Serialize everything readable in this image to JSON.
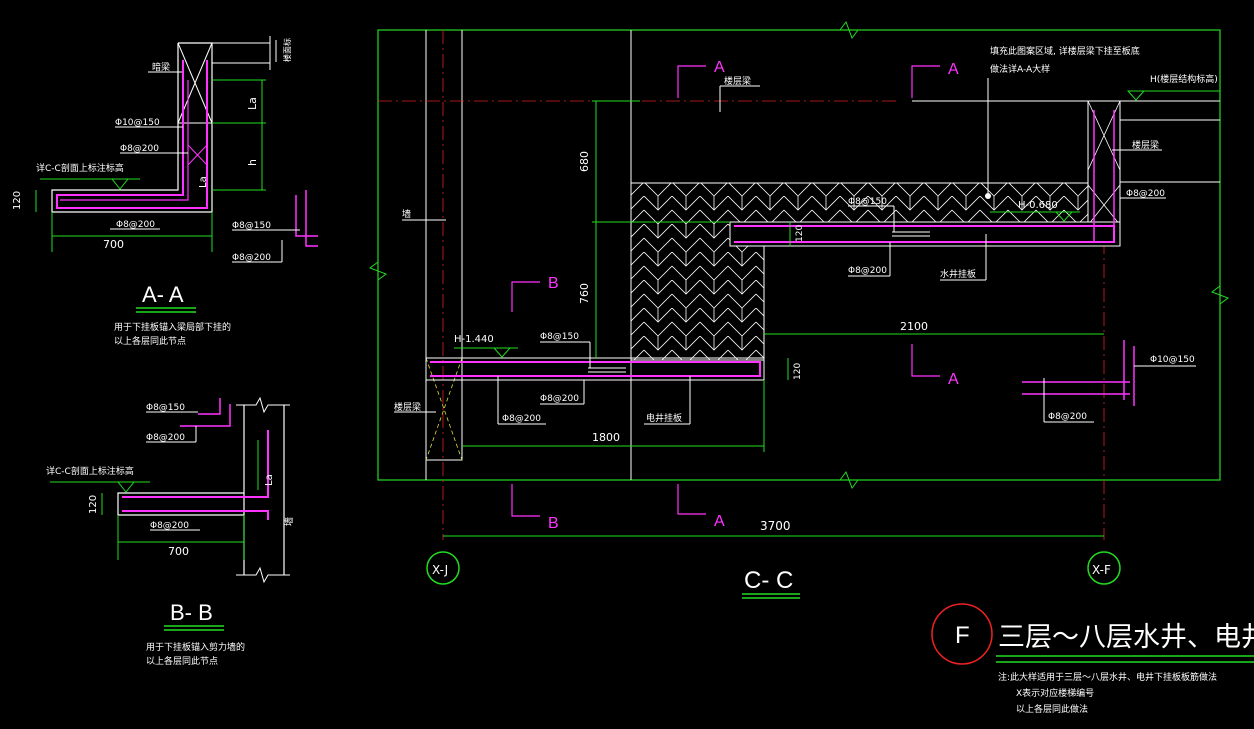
{
  "view_aa": {
    "title": "A- A",
    "note1": "用于下挂板锚入梁局部下挂的",
    "note2": "以上各层同此节点",
    "label_beam": "暗梁",
    "label_ref": "详C-C剖面上标注标高",
    "bar_top_label": "Φ10@150",
    "bar_stir_label": "Φ8@200",
    "bar_bottom_label": "Φ8@200",
    "bar_hook1_label": "Φ8@150",
    "bar_hook2_label": "Φ8@200",
    "dim_la_top": "La",
    "dim_la_mid": "La",
    "dim_h": "h",
    "dim_thick": "120",
    "dim_width": "700",
    "tag": "楼面标"
  },
  "view_bb": {
    "title": "B- B",
    "note1": "用于下挂板锚入剪力墙的",
    "note2": "以上各层同此节点",
    "label_ref": "详C-C剖面上标注标高",
    "bar1_label": "Φ8@150",
    "bar2_label": "Φ8@200",
    "bar_bottom_label": "Φ8@200",
    "dim_la": "La",
    "dim_thick": "120",
    "dim_width": "700",
    "label_wall": "墙"
  },
  "view_cc": {
    "title": "C- C",
    "cut_a": "A",
    "cut_b": "B",
    "label_wall": "墙",
    "label_floor_beam_left": "楼层梁",
    "label_floor_beam_top": "楼层梁",
    "label_floor_beam_right": "楼层梁",
    "label_elec_panel": "电井挂板",
    "label_water_panel": "水井挂板",
    "elev_left": "H-1.440",
    "elev_mid": "H-0.680",
    "elev_right": "H(楼层结构标高)",
    "note_top1": "填充此图案区域, 详楼层梁下挂至板底",
    "note_top2": "做法详A-A大样",
    "bar_l_top": "Φ8@150",
    "bar_l_bot1": "Φ8@200",
    "bar_l_bot2": "Φ8@200",
    "bar_r_top": "Φ8@150",
    "bar_r_bot": "Φ8@200",
    "bar_r_side": "Φ8@200",
    "bar_side1": "Φ10@150",
    "bar_side2": "Φ8@200",
    "dim_680": "680",
    "dim_760": "760",
    "dim_120a": "120",
    "dim_120b": "120",
    "dim_1800": "1800",
    "dim_2100": "2100",
    "dim_3700": "3700",
    "axis_left": "X-J",
    "axis_right": "X-F"
  },
  "title_block": {
    "letter": "F",
    "title": "三层～八层水井、电井下挂板板筋",
    "note1": "注:此大样适用于三层～八层水井、电井下挂板板筋做法",
    "note2": "X表示对应楼梯编号",
    "note3": "以上各层同此做法"
  },
  "colors": {
    "outline": "#22dd22",
    "rebar": "#ff33ff",
    "text": "#ffffff",
    "axis_red": "#dd2222",
    "axis_circle": "#22dd22",
    "title_circle": "#ee2222",
    "dashed": "#dddd44"
  }
}
